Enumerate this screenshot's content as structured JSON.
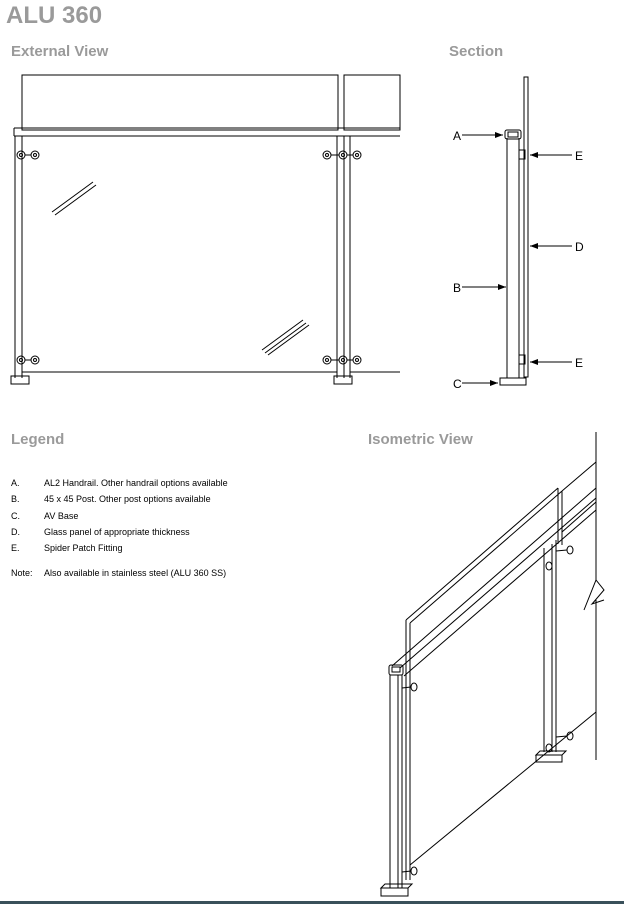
{
  "title": "ALU 360",
  "headings": {
    "external": "External View",
    "section": "Section",
    "legend": "Legend",
    "isometric": "Isometric View"
  },
  "legend": [
    {
      "key": "A.",
      "text": "AL2 Handrail. Other handrail options available"
    },
    {
      "key": "B.",
      "text": "45 x 45 Post. Other post options available"
    },
    {
      "key": "C.",
      "text": "AV Base"
    },
    {
      "key": "D.",
      "text": "Glass panel of appropriate thickness"
    },
    {
      "key": "E.",
      "text": "Spider Patch Fitting"
    }
  ],
  "note": {
    "key": "Note:",
    "text": "Also available in stainless steel (ALU 360 SS)"
  },
  "callouts": {
    "a": "A",
    "b": "B",
    "c": "C",
    "d": "D",
    "e1": "E",
    "e2": "E"
  },
  "colors": {
    "line": "#000000",
    "heading": "#9a9a9a",
    "footer": "#39505a"
  }
}
